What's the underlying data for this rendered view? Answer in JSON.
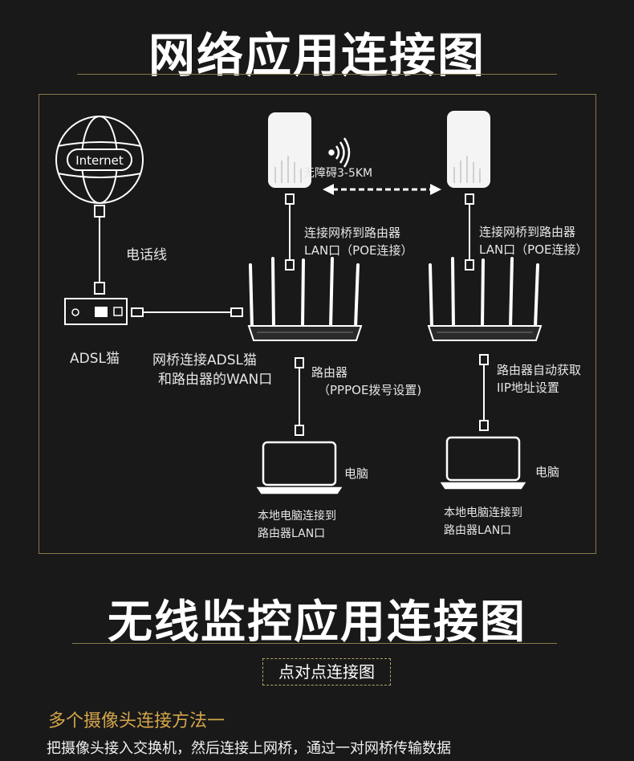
{
  "header": {
    "title": "网络应用连接图"
  },
  "diagram": {
    "internet_label": "Internet",
    "phone_line_label": "电话线",
    "adsl_label": "ADSL猫",
    "bridge_adsl_note": [
      "网桥连接ADSL猫",
      "和路由器的WAN口"
    ],
    "wireless_range": "无障碍3-5KM",
    "left_bridge_note": [
      "连接网桥到路由器",
      "LAN口（POE连接）"
    ],
    "right_bridge_note": [
      "连接网桥到路由器",
      "LAN口（POE连接）"
    ],
    "left_router_note": [
      "路由器",
      "（PPPOE拨号设置)"
    ],
    "right_router_note": [
      "路由器自动获取",
      "IIP地址设置"
    ],
    "left_pc_label": "电脑",
    "right_pc_label": "电脑",
    "left_pc_note": [
      "本地电脑连接到",
      "路由器LAN口"
    ],
    "right_pc_note": [
      "本地电脑连接到",
      "路由器LAN口"
    ]
  },
  "section2": {
    "title": "无线监控应用连接图",
    "tag": "点对点连接图",
    "method_heading": "多个摄像头连接方法一",
    "method_desc": "把摄像头接入交换机，然后连接上网桥，通过一对网桥传输数据"
  },
  "colors": {
    "accent_gold": "#d4a64a",
    "frame_gold": "#8a7a4a",
    "background": "#191919"
  }
}
